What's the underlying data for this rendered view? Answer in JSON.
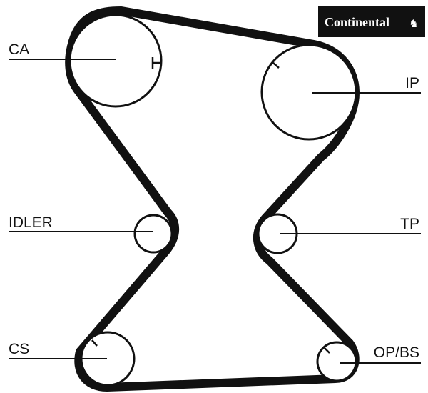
{
  "brand": {
    "logo_text": "Continental",
    "logo_mark_icon": "horse-icon",
    "colors": {
      "logo_background": "#111111",
      "logo_text": "#ffffff",
      "belt": "#111111"
    }
  },
  "diagram": {
    "pulleys": [
      {
        "id": "ca",
        "label": "CA"
      },
      {
        "id": "ip",
        "label": "IP"
      },
      {
        "id": "idler",
        "label": "IDLER"
      },
      {
        "id": "tp",
        "label": "TP"
      },
      {
        "id": "cs",
        "label": "CS"
      },
      {
        "id": "opbs",
        "label": "OP/BS"
      }
    ]
  }
}
